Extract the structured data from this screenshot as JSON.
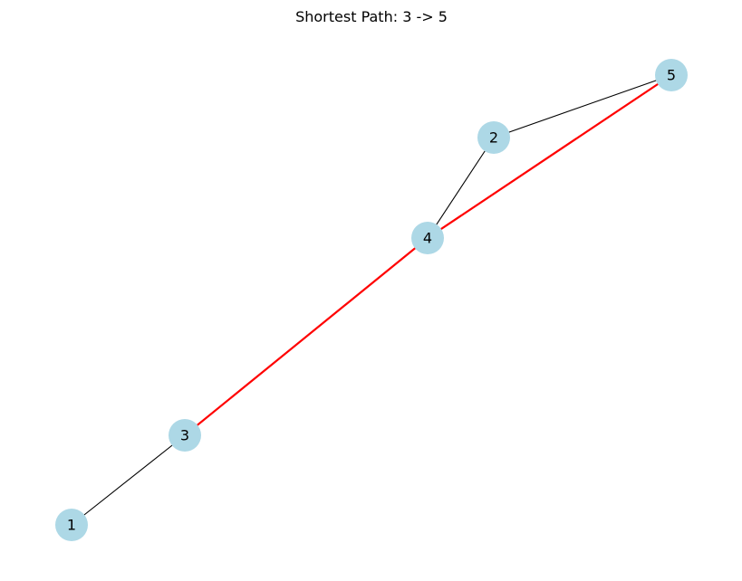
{
  "title": "Shortest Path: 3 -> 5",
  "colors": {
    "node_fill": "#add8e6",
    "edge": "#000000",
    "path_edge": "#ff0000",
    "background": "#ffffff"
  },
  "nodes": [
    {
      "id": "1",
      "label": "1"
    },
    {
      "id": "2",
      "label": "2"
    },
    {
      "id": "3",
      "label": "3"
    },
    {
      "id": "4",
      "label": "4"
    },
    {
      "id": "5",
      "label": "5"
    }
  ],
  "edges": [
    {
      "source": "1",
      "target": "3",
      "on_path": false
    },
    {
      "source": "2",
      "target": "4",
      "on_path": false
    },
    {
      "source": "2",
      "target": "5",
      "on_path": false
    },
    {
      "source": "3",
      "target": "4",
      "on_path": true
    },
    {
      "source": "4",
      "target": "5",
      "on_path": true
    }
  ],
  "path": {
    "source": "3",
    "target": "5",
    "nodes": [
      "3",
      "4",
      "5"
    ]
  }
}
